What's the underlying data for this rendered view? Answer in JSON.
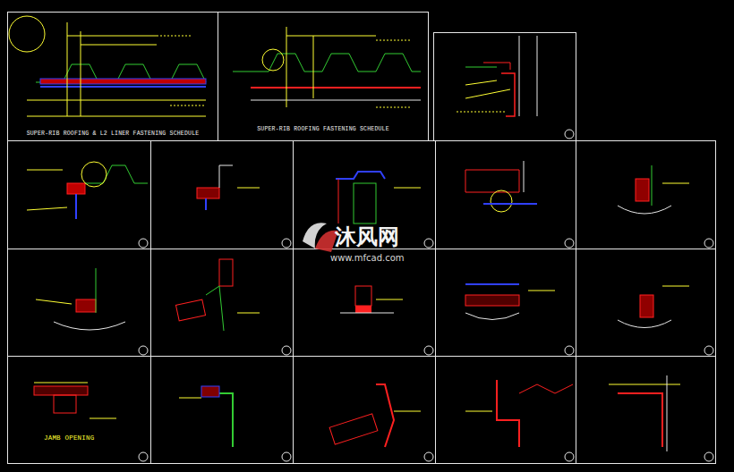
{
  "diagram": {
    "nodes": [
      {
        "text": [
          "SUPER-RIB ROOFING & L2 LINER FASTENING SCHEDULE"
        ]
      },
      {
        "text": [
          "SUPER-RIB ROOFING FASTENING SCHEDULE"
        ]
      },
      {
        "text": [
          "JAMB OPENING"
        ]
      }
    ],
    "labels": [
      "沐风网",
      "www.mfcad.com"
    ]
  }
}
